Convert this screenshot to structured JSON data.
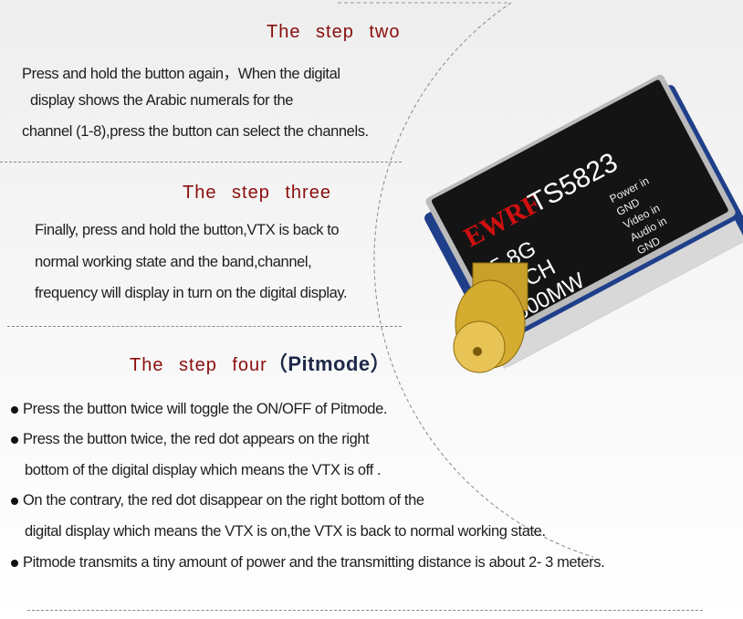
{
  "step_two": {
    "title": "The step two",
    "lines": [
      "Press and hold the button again，When the digital",
      "display shows the Arabic numerals for the",
      "channel (1-8),press the button can select the channels."
    ]
  },
  "step_three": {
    "title": "The step three",
    "lines": [
      "Finally, press and hold the button,VTX is back to",
      "normal working state and the band,channel,",
      "frequency will display in turn on the digital display."
    ]
  },
  "step_four": {
    "title": "The step four",
    "title_paren": "（Pitmode）",
    "bullets": [
      "Press the button twice will toggle the ON/OFF of Pitmode.",
      "Press the button twice, the red dot appears on the right",
      "bottom of the digital display which means the VTX is off .",
      "On the contrary, the red dot disappear on the right bottom of the",
      "digital display which means the VTX is on,the VTX is back to normal working state.",
      "Pitmode transmits a tiny amount of power and the transmitting distance is about 2- 3 meters."
    ]
  },
  "product": {
    "brand": "EWRF",
    "model": "TS5823",
    "specs": [
      "5.8G",
      "40CH",
      "600MW"
    ],
    "pins": [
      "Power in",
      "GND",
      "Video in",
      "Audio in",
      "GND"
    ]
  },
  "colors": {
    "heading": "#8b0d0d",
    "brand": "#d01010"
  }
}
